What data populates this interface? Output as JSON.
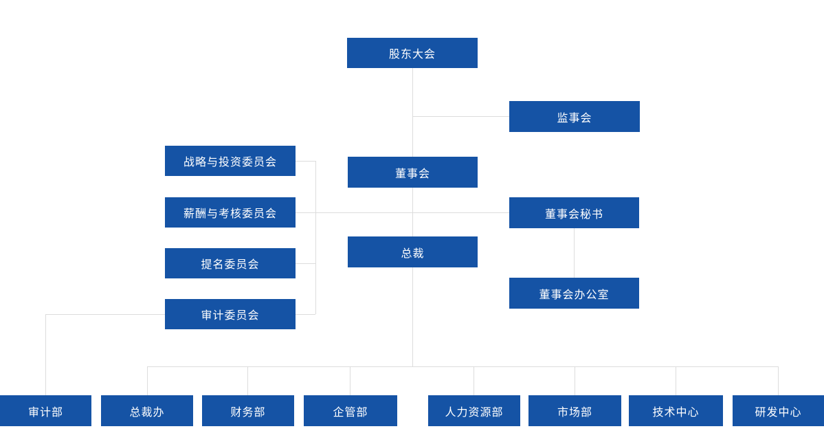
{
  "org_chart": {
    "type": "organization-chart",
    "colors": {
      "node_background": "#1553A5",
      "node_text": "#FFFFFF",
      "connector_line": "#DCDCDC",
      "page_background": "#FFFFFF"
    },
    "nodes": [
      {
        "id": "shareholders-meeting",
        "label": "股东大会",
        "reports_to": null
      },
      {
        "id": "board-of-supervisors",
        "label": "监事会",
        "reports_to": "shareholders-meeting"
      },
      {
        "id": "board-of-directors",
        "label": "董事会",
        "reports_to": "shareholders-meeting"
      },
      {
        "id": "strategy-investment-committee",
        "label": "战略与投资委员会",
        "reports_to": "board-of-directors"
      },
      {
        "id": "remuneration-assessment-committee",
        "label": "薪酬与考核委员会",
        "reports_to": "board-of-directors"
      },
      {
        "id": "nomination-committee",
        "label": "提名委员会",
        "reports_to": "board-of-directors"
      },
      {
        "id": "audit-committee",
        "label": "审计委员会",
        "reports_to": "board-of-directors"
      },
      {
        "id": "board-secretary",
        "label": "董事会秘书",
        "reports_to": "board-of-directors"
      },
      {
        "id": "board-office",
        "label": "董事会办公室",
        "reports_to": "board-secretary"
      },
      {
        "id": "president",
        "label": "总裁",
        "reports_to": "board-of-directors"
      },
      {
        "id": "audit-department",
        "label": "审计部",
        "reports_to": "audit-committee"
      },
      {
        "id": "president-office",
        "label": "总裁办",
        "reports_to": "president"
      },
      {
        "id": "finance-department",
        "label": "财务部",
        "reports_to": "president"
      },
      {
        "id": "enterprise-management-department",
        "label": "企管部",
        "reports_to": "president"
      },
      {
        "id": "human-resources-department",
        "label": "人力资源部",
        "reports_to": "president"
      },
      {
        "id": "marketing-department",
        "label": "市场部",
        "reports_to": "president"
      },
      {
        "id": "technology-center",
        "label": "技术中心",
        "reports_to": "president"
      },
      {
        "id": "rd-center",
        "label": "研发中心",
        "reports_to": "president"
      }
    ]
  }
}
